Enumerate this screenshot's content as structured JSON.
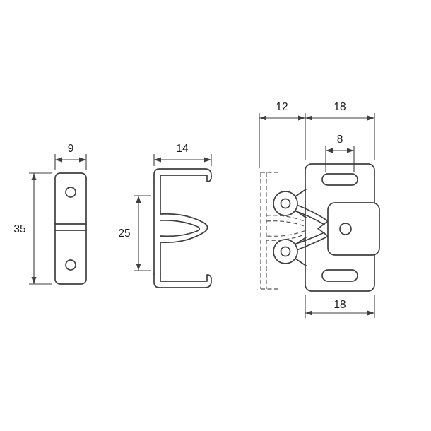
{
  "drawing": {
    "kind": "technical dimension drawing",
    "subject": "roller catch hardware with strike plate, three views",
    "views": {
      "strike_plate": {
        "width": "9",
        "height": "35"
      },
      "catch_side": {
        "width": "14",
        "height": "25"
      },
      "catch_front": {
        "roller_offset": "12",
        "body_width_top": "18",
        "slot_width": "8",
        "body_width_bottom": "18"
      }
    },
    "colors": {
      "line": "#3f3f3f",
      "hidden_line": "#555555",
      "background": "#ffffff",
      "label": "#1b1b1b"
    }
  }
}
